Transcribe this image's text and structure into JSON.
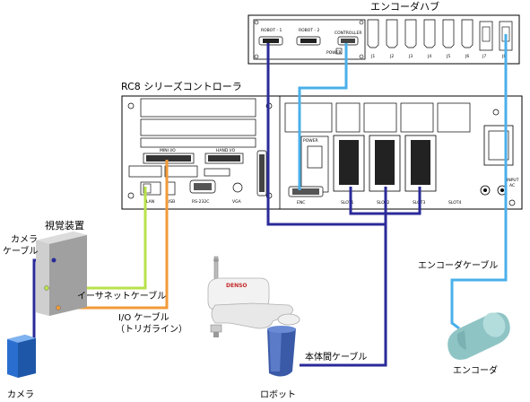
{
  "labels": {
    "encoder_hub": "エンコーダハブ",
    "rc8": "RC8 シリーズコントローラ",
    "vision": "視覚装置",
    "camera_cable_1": "カメラ",
    "camera_cable_2": "ケーブル",
    "ethernet_cable": "イーサネットケーブル",
    "io_cable_1": "I/O ケーブル",
    "io_cable_2": "（トリガライン）",
    "encoder_cable": "エンコーダケーブル",
    "robot_cable": "本体間ケーブル",
    "camera": "カメラ",
    "robot": "ロボット",
    "encoder": "エンコーダ",
    "robot_brand": "DENSO"
  },
  "hub_panel": {
    "robot1": "ROBOT - 1",
    "robot2": "ROBOT - 2",
    "controller": "CONTROLLER",
    "power": "POWER",
    "ports": [
      "J1",
      "J2",
      "J3",
      "J4",
      "J5",
      "J6",
      "J7",
      "J8"
    ]
  },
  "rc8_panel": {
    "mini_io": "MINI I/O",
    "hand_io": "HAND I/O",
    "lan": "LAN",
    "usb": "USB",
    "rs232c": "RS-232C",
    "vga": "VGA",
    "power": "POWER",
    "slot1": "SLOT1",
    "slot2": "SLOT2",
    "slot3": "SLOT3",
    "slot4": "SLOT4",
    "input_ac_1": "INPUT",
    "input_ac_2": "AC",
    "enc_port": "ENC"
  },
  "colors": {
    "robot_cable": "#2a2a9a",
    "encoder_cable": "#4ab0ea",
    "ethernet_cable": "#b8e24a",
    "io_cable": "#f29a38",
    "camera_cable": "#2a2a9a",
    "camera_body": "#2a6fcf",
    "robot_arm": "#3a5aa8",
    "encoder_body": "#9ccccd"
  }
}
